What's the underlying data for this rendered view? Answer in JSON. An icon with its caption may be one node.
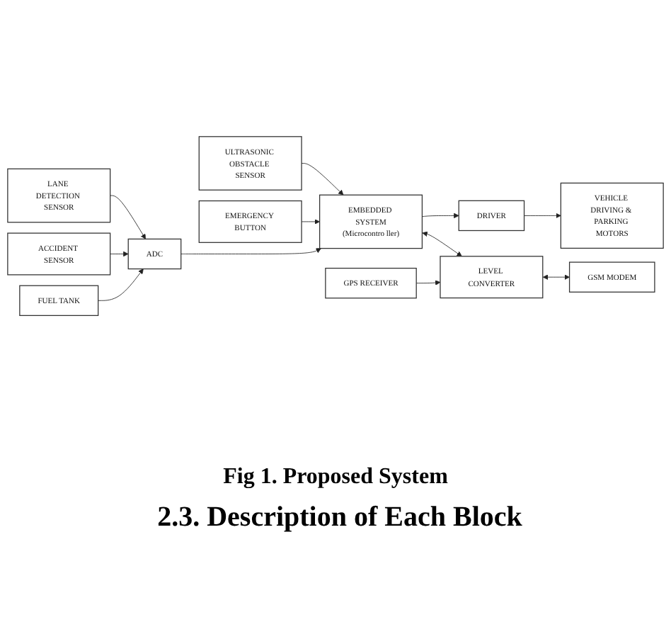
{
  "diagram": {
    "caption": "Fig 1. Proposed System",
    "nodes": [
      {
        "text": [
          "FUEL TANK"
        ]
      },
      {
        "text": [
          "ACCIDENT SENSOR"
        ]
      },
      {
        "text": [
          "LANE DETECTION SENSOR"
        ]
      },
      {
        "text": [
          "ADC"
        ]
      },
      {
        "text": [
          "EMBEDDED SYSTEM",
          "(Microcontro ller)"
        ]
      },
      {
        "text": [
          "LEVEL CONVERTER"
        ]
      },
      {
        "text": [
          "GSM MODEM"
        ]
      },
      {
        "text": [
          "GPS RECEIVER"
        ]
      },
      {
        "text": [
          "DRIVER"
        ]
      },
      {
        "text": [
          "VEHICLE DRIVING & PARKING MOTORS"
        ]
      },
      {
        "text": [
          "ULTRASONIC OBSTACLE SENSOR"
        ]
      },
      {
        "text": [
          "EMERGENCY BUTTON"
        ]
      }
    ],
    "edges": [
      {
        "from": 0,
        "to": 3,
        "arrow": "to"
      },
      {
        "from": 1,
        "to": 3,
        "arrow": "to"
      },
      {
        "from": 2,
        "to": 3,
        "arrow": "to"
      },
      {
        "from": 3,
        "to": 4,
        "arrow": "to"
      },
      {
        "from": 4,
        "to": 5,
        "arrow": "both"
      },
      {
        "from": 5,
        "to": 6,
        "arrow": "both"
      },
      {
        "from": 7,
        "to": 5,
        "arrow": "to"
      },
      {
        "from": 4,
        "to": 8,
        "arrow": "to"
      },
      {
        "from": 8,
        "to": 9,
        "arrow": "to"
      },
      {
        "from": 10,
        "to": 4,
        "arrow": "to"
      },
      {
        "from": 11,
        "to": 4,
        "arrow": "to"
      }
    ],
    "labels": [
      "2.3. Description of Each Block"
    ]
  }
}
